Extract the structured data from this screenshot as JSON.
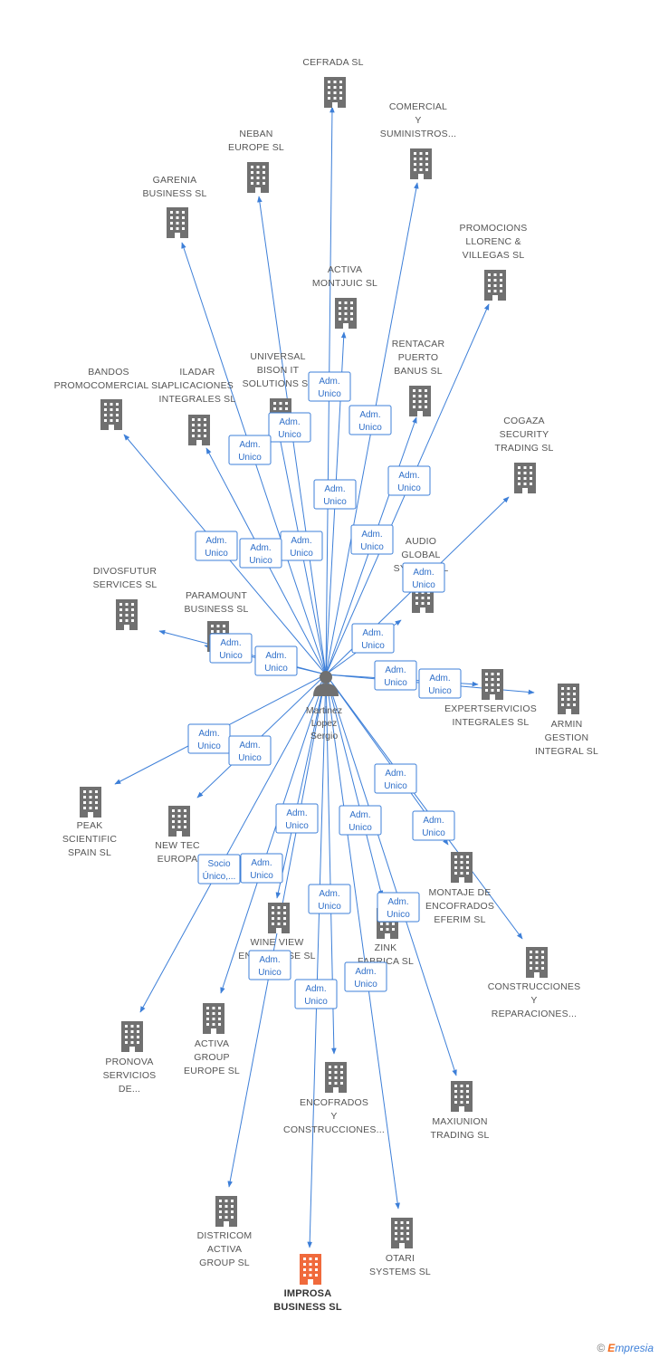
{
  "person": {
    "lines": [
      "Martinez",
      "Lopez",
      "Sergio"
    ]
  },
  "colors": {
    "edge": "#3d7fd8",
    "building": "#707070",
    "highlight": "#f06a3c"
  },
  "icons": {
    "person": "person-icon",
    "company": "building-icon"
  },
  "companies": [
    {
      "id": "cefrada",
      "lines": [
        "CEFRADA SL"
      ],
      "label": "Adm. Unico"
    },
    {
      "id": "comercial-y-suministros",
      "lines": [
        "COMERCIAL",
        "Y",
        "SUMINISTROS..."
      ],
      "label": "Adm. Unico"
    },
    {
      "id": "neban-europe",
      "lines": [
        "NEBAN",
        "EUROPE SL"
      ],
      "label": "Adm. Unico"
    },
    {
      "id": "garenia-business",
      "lines": [
        "GARENIA",
        "BUSINESS SL"
      ],
      "label": "Adm. Unico"
    },
    {
      "id": "promocions-llorenc-villegas",
      "lines": [
        "PROMOCIONS",
        "LLORENC &",
        "VILLEGAS SL"
      ],
      "label": "Adm. Unico"
    },
    {
      "id": "activa-montjuic",
      "lines": [
        "ACTIVA",
        "MONTJUIC SL"
      ],
      "label": "Adm. Unico"
    },
    {
      "id": "rentacar-puerto-banus",
      "lines": [
        "RENTACAR",
        "PUERTO",
        "BANUS SL"
      ],
      "label": "Adm. Unico"
    },
    {
      "id": "universal-bison-it",
      "lines": [
        "UNIVERSAL",
        "BISON IT",
        "SOLUTIONS SL"
      ],
      "label": "Adm. Unico"
    },
    {
      "id": "iladar-aplicaciones",
      "lines": [
        "ILADAR",
        "APLICACIONES",
        "INTEGRALES SL"
      ],
      "label": "Adm. Unico"
    },
    {
      "id": "bandos-promocomercial",
      "lines": [
        "BANDOS",
        "PROMOCOMERCIAL SL"
      ],
      "label": "Adm. Unico"
    },
    {
      "id": "cogaza-security",
      "lines": [
        "COGAZA",
        "SECURITY",
        "TRADING SL"
      ],
      "label": "Adm. Unico"
    },
    {
      "id": "audio-global",
      "lines": [
        "AUDIO",
        "GLOBAL",
        "SYSTEM SL"
      ],
      "label": "Adm. Unico"
    },
    {
      "id": "divosfutur-services",
      "lines": [
        "DIVOSFUTUR",
        "SERVICES SL"
      ],
      "label": "Adm. Unico"
    },
    {
      "id": "paramount-business",
      "lines": [
        "PARAMOUNT",
        "BUSINESS SL"
      ],
      "label": "Adm. Unico"
    },
    {
      "id": "expertservicios",
      "lines": [
        "EXPERTSERVICIOS",
        "INTEGRALES SL"
      ],
      "label": "Adm. Unico"
    },
    {
      "id": "armin-gestion",
      "lines": [
        "ARMIN",
        "GESTION",
        "INTEGRAL SL"
      ],
      "label": "Adm. Unico"
    },
    {
      "id": "peak-scientific",
      "lines": [
        "PEAK",
        "SCIENTIFIC",
        "SPAIN SL"
      ],
      "label": "Adm. Unico"
    },
    {
      "id": "new-tec-europa",
      "lines": [
        "NEW TEC",
        "EUROPA"
      ],
      "label": "Adm. Unico"
    },
    {
      "id": "montaje-encofrados",
      "lines": [
        "MONTAJE DE",
        "ENCOFRADOS",
        "EFERIM SL"
      ],
      "label": "Adm. Unico"
    },
    {
      "id": "construcciones-reparaciones",
      "lines": [
        "CONSTRUCCIONES",
        "Y",
        "REPARACIONES..."
      ],
      "label": "Adm. Unico"
    },
    {
      "id": "wine-view",
      "lines": [
        "WINE VIEW",
        "ENTERPRISE SL"
      ],
      "label": "Adm. Unico"
    },
    {
      "id": "zink-fabrica",
      "lines": [
        "ZINK",
        "FABRICA SL"
      ],
      "label": "Adm. Unico"
    },
    {
      "id": "pronova-servicios",
      "lines": [
        "PRONOVA",
        "SERVICIOS",
        "DE..."
      ],
      "label": "Socio Único,..."
    },
    {
      "id": "activa-group-europe",
      "lines": [
        "ACTIVA",
        "GROUP",
        "EUROPE SL"
      ],
      "label": "Adm. Unico"
    },
    {
      "id": "encofrados-construcciones",
      "lines": [
        "ENCOFRADOS",
        "Y",
        "CONSTRUCCIONES..."
      ],
      "label": "Adm. Unico"
    },
    {
      "id": "maxiunion-trading",
      "lines": [
        "MAXIUNION",
        "TRADING SL"
      ],
      "label": "Adm. Unico"
    },
    {
      "id": "districom-activa",
      "lines": [
        "DISTRICOM",
        "ACTIVA",
        "GROUP SL"
      ],
      "label": "Adm. Unico"
    },
    {
      "id": "otari-systems",
      "lines": [
        "OTARI",
        "SYSTEMS SL"
      ],
      "label": "Adm. Unico"
    },
    {
      "id": "improsa-business",
      "lines": [
        "IMPROSA",
        "BUSINESS SL"
      ],
      "label": "Adm. Unico",
      "highlight": true
    }
  ],
  "watermark": {
    "copyright": "©",
    "brand_initial": "E",
    "brand_rest": "mpresia"
  }
}
